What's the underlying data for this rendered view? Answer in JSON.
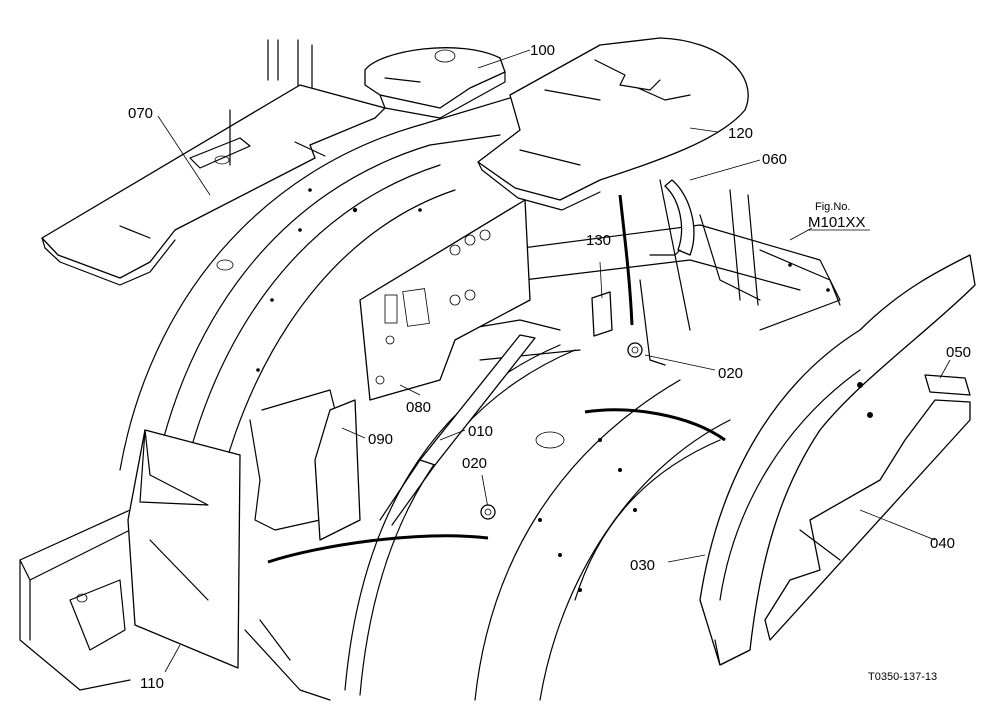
{
  "callouts": {
    "p070": "070",
    "p100": "100",
    "p120": "120",
    "p060": "060",
    "p130": "130",
    "p020a": "020",
    "p080": "080",
    "p090": "090",
    "p010": "010",
    "p020b": "020",
    "p050": "050",
    "p040": "040",
    "p030": "030",
    "p110": "110"
  },
  "fig_label": "Fig.No.",
  "fig_number": "M101XX",
  "drawing_code": "T0350-137-13"
}
